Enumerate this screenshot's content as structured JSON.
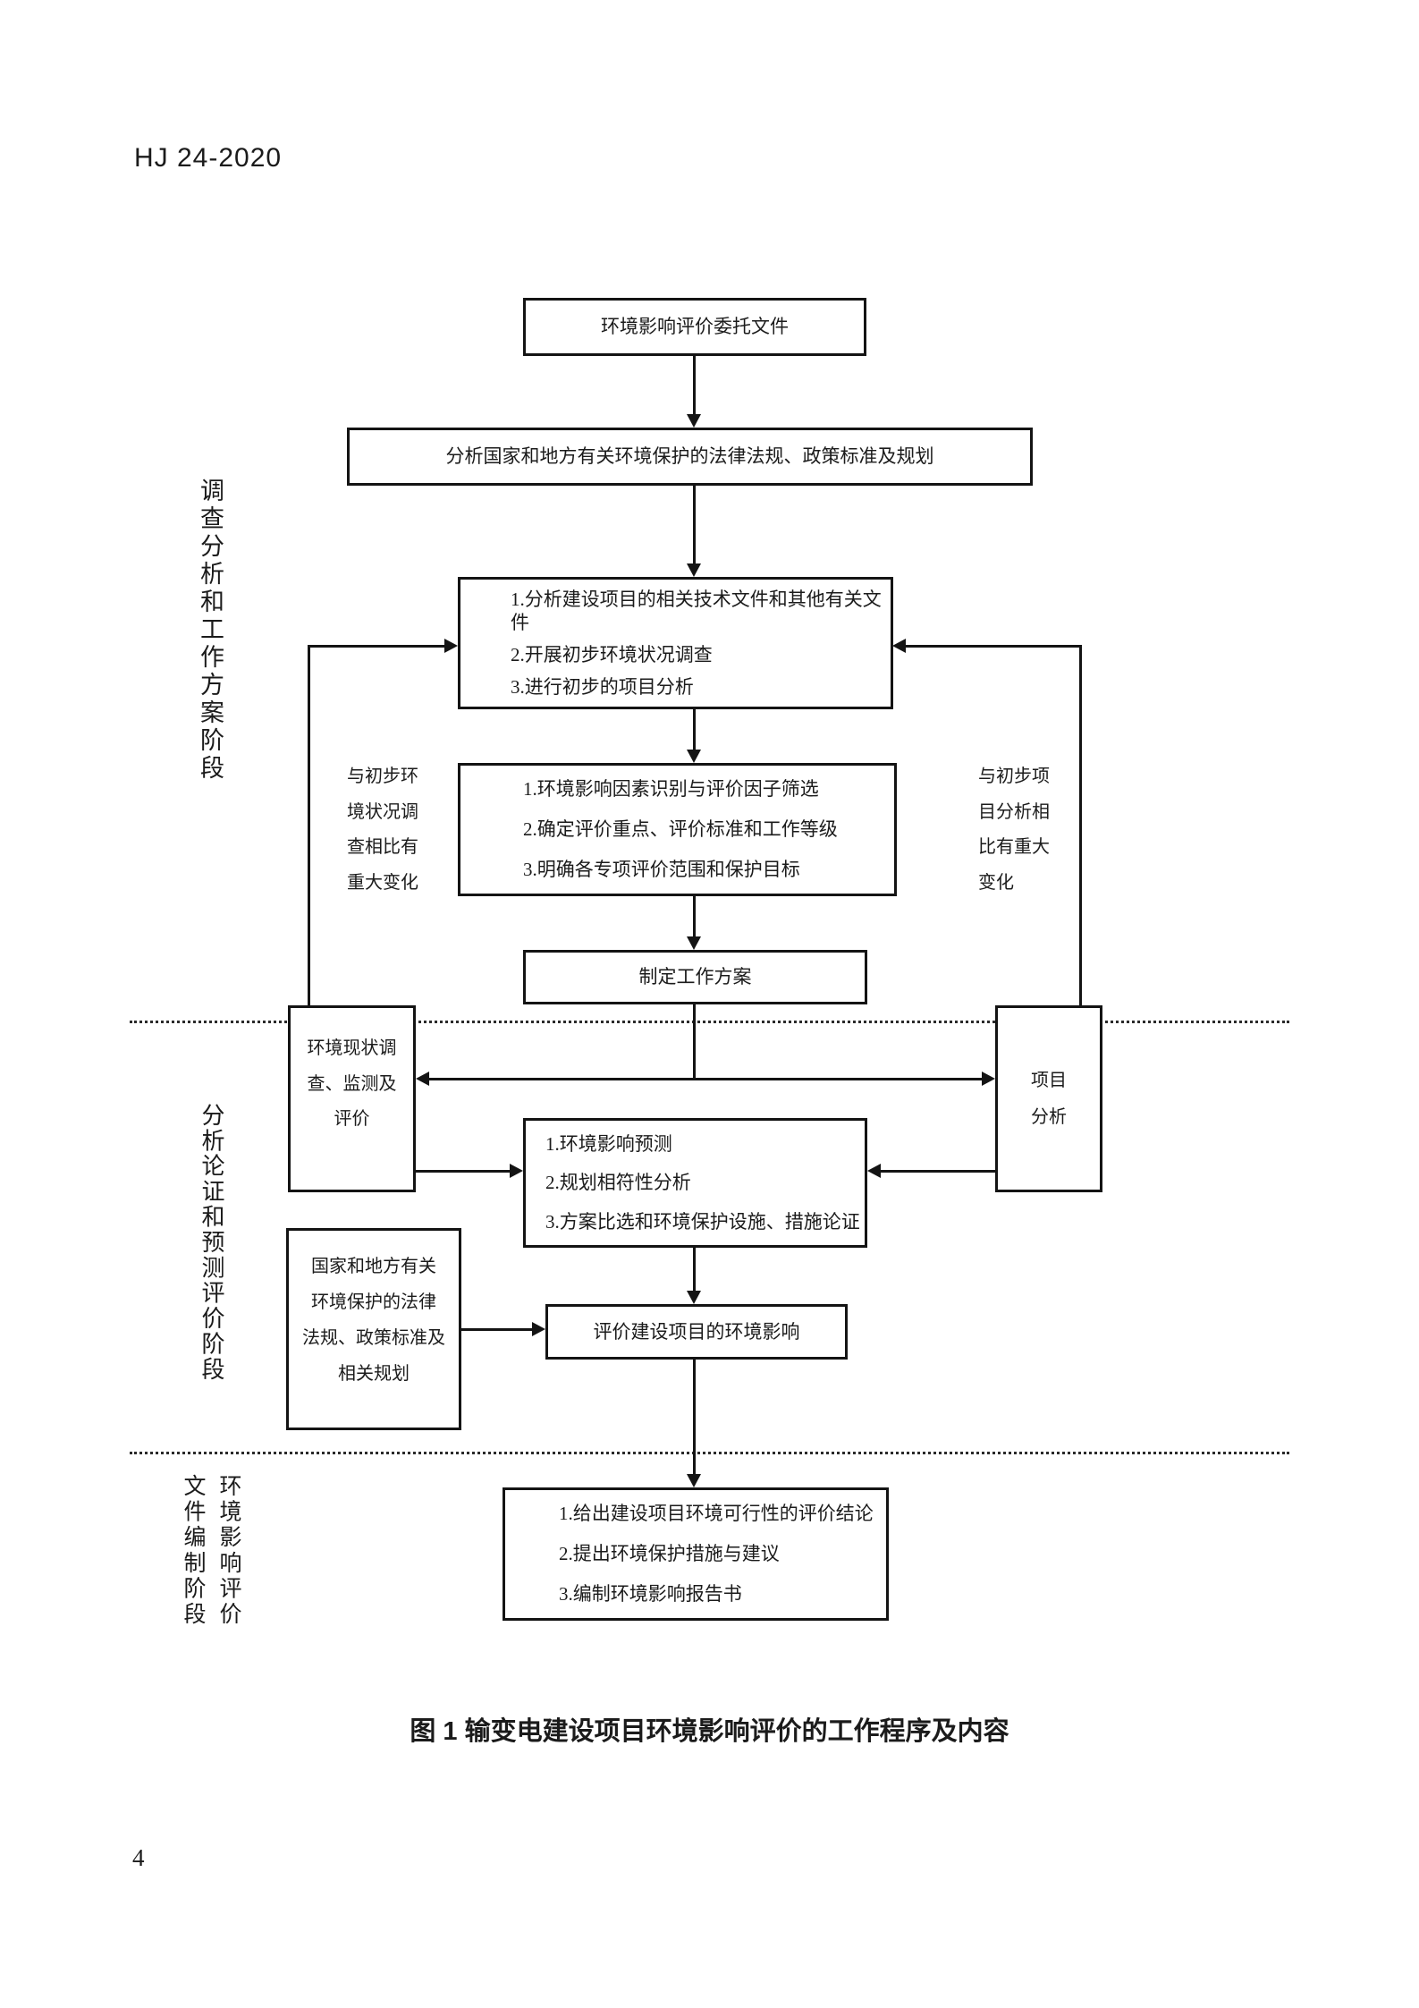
{
  "header": {
    "doc_code": "HJ 24-2020"
  },
  "footer": {
    "page_number": "4"
  },
  "caption": "图 1  输变电建设项目环境影响评价的工作程序及内容",
  "stages": {
    "stage1": "调查分析和工作方案阶段",
    "stage2": "分析论证和预测评价阶段",
    "stage3_right": "环境影响评价",
    "stage3_left": "文件编制阶段"
  },
  "boxes": {
    "entrust": "环境影响评价委托文件",
    "laws_analysis": "分析国家和地方有关环境保护的法律法规、政策标准及规划",
    "preliminary_items": [
      "1.分析建设项目的相关技术文件和其他有关文件",
      "2.开展初步环境状况调查",
      "3.进行初步的项目分析"
    ],
    "identify_items": [
      "1.环境影响因素识别与评价因子筛选",
      "2.确定评价重点、评价标准和工作等级",
      "3.明确各专项评价范围和保护目标"
    ],
    "work_plan": "制定工作方案",
    "status_survey_lines": [
      "环境现状调",
      "查、监测及",
      "评价"
    ],
    "project_analysis_lines": [
      "项目",
      "分析"
    ],
    "prediction_items": [
      "1.环境影响预测",
      "2.规划相符性分析",
      "3.方案比选和环境保护设施、措施论证"
    ],
    "laws_ref_lines": [
      "国家和地方有关",
      "环境保护的法律",
      "法规、政策标准及",
      "相关规划"
    ],
    "evaluate_impact": "评价建设项目的环境影响",
    "conclusion_items": [
      "1.给出建设项目环境可行性的评价结论",
      "2.提出环境保护措施与建议",
      "3.编制环境影响报告书"
    ]
  },
  "annotations": {
    "left_lines": [
      "与初步环",
      "境状况调",
      "查相比有",
      "重大变化"
    ],
    "right_lines": [
      "与初步项",
      "目分析相",
      "比有重大",
      "变化"
    ]
  }
}
